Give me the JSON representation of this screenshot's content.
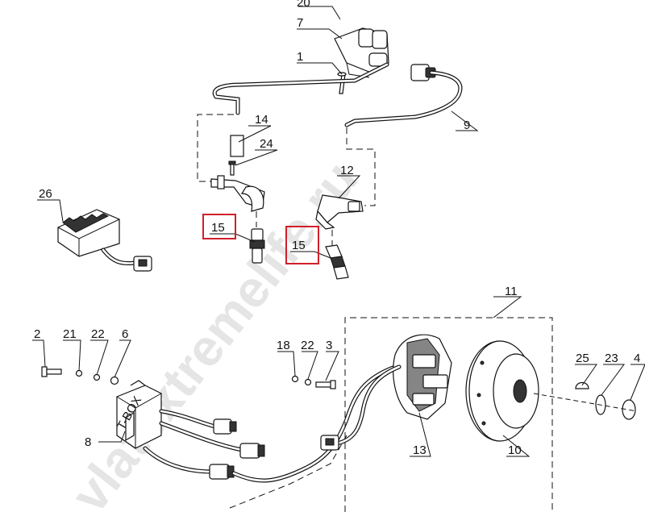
{
  "callouts": {
    "c1": "1",
    "c2": "2",
    "c3": "3",
    "c4": "4",
    "c6": "6",
    "c7": "7",
    "c8": "8",
    "c9": "9",
    "c10": "10",
    "c11": "11",
    "c12": "12",
    "c13": "13",
    "c14": "14",
    "c15a": "15",
    "c15b": "15",
    "c18": "18",
    "c20": "20",
    "c21": "21",
    "c22a": "22",
    "c22b": "22",
    "c23": "23",
    "c24": "24",
    "c25": "25",
    "c26": "26"
  },
  "watermark": "vlatextremelife.ru",
  "colors": {
    "highlight": "#d0202a",
    "ink": "#111111",
    "background": "#ffffff"
  }
}
